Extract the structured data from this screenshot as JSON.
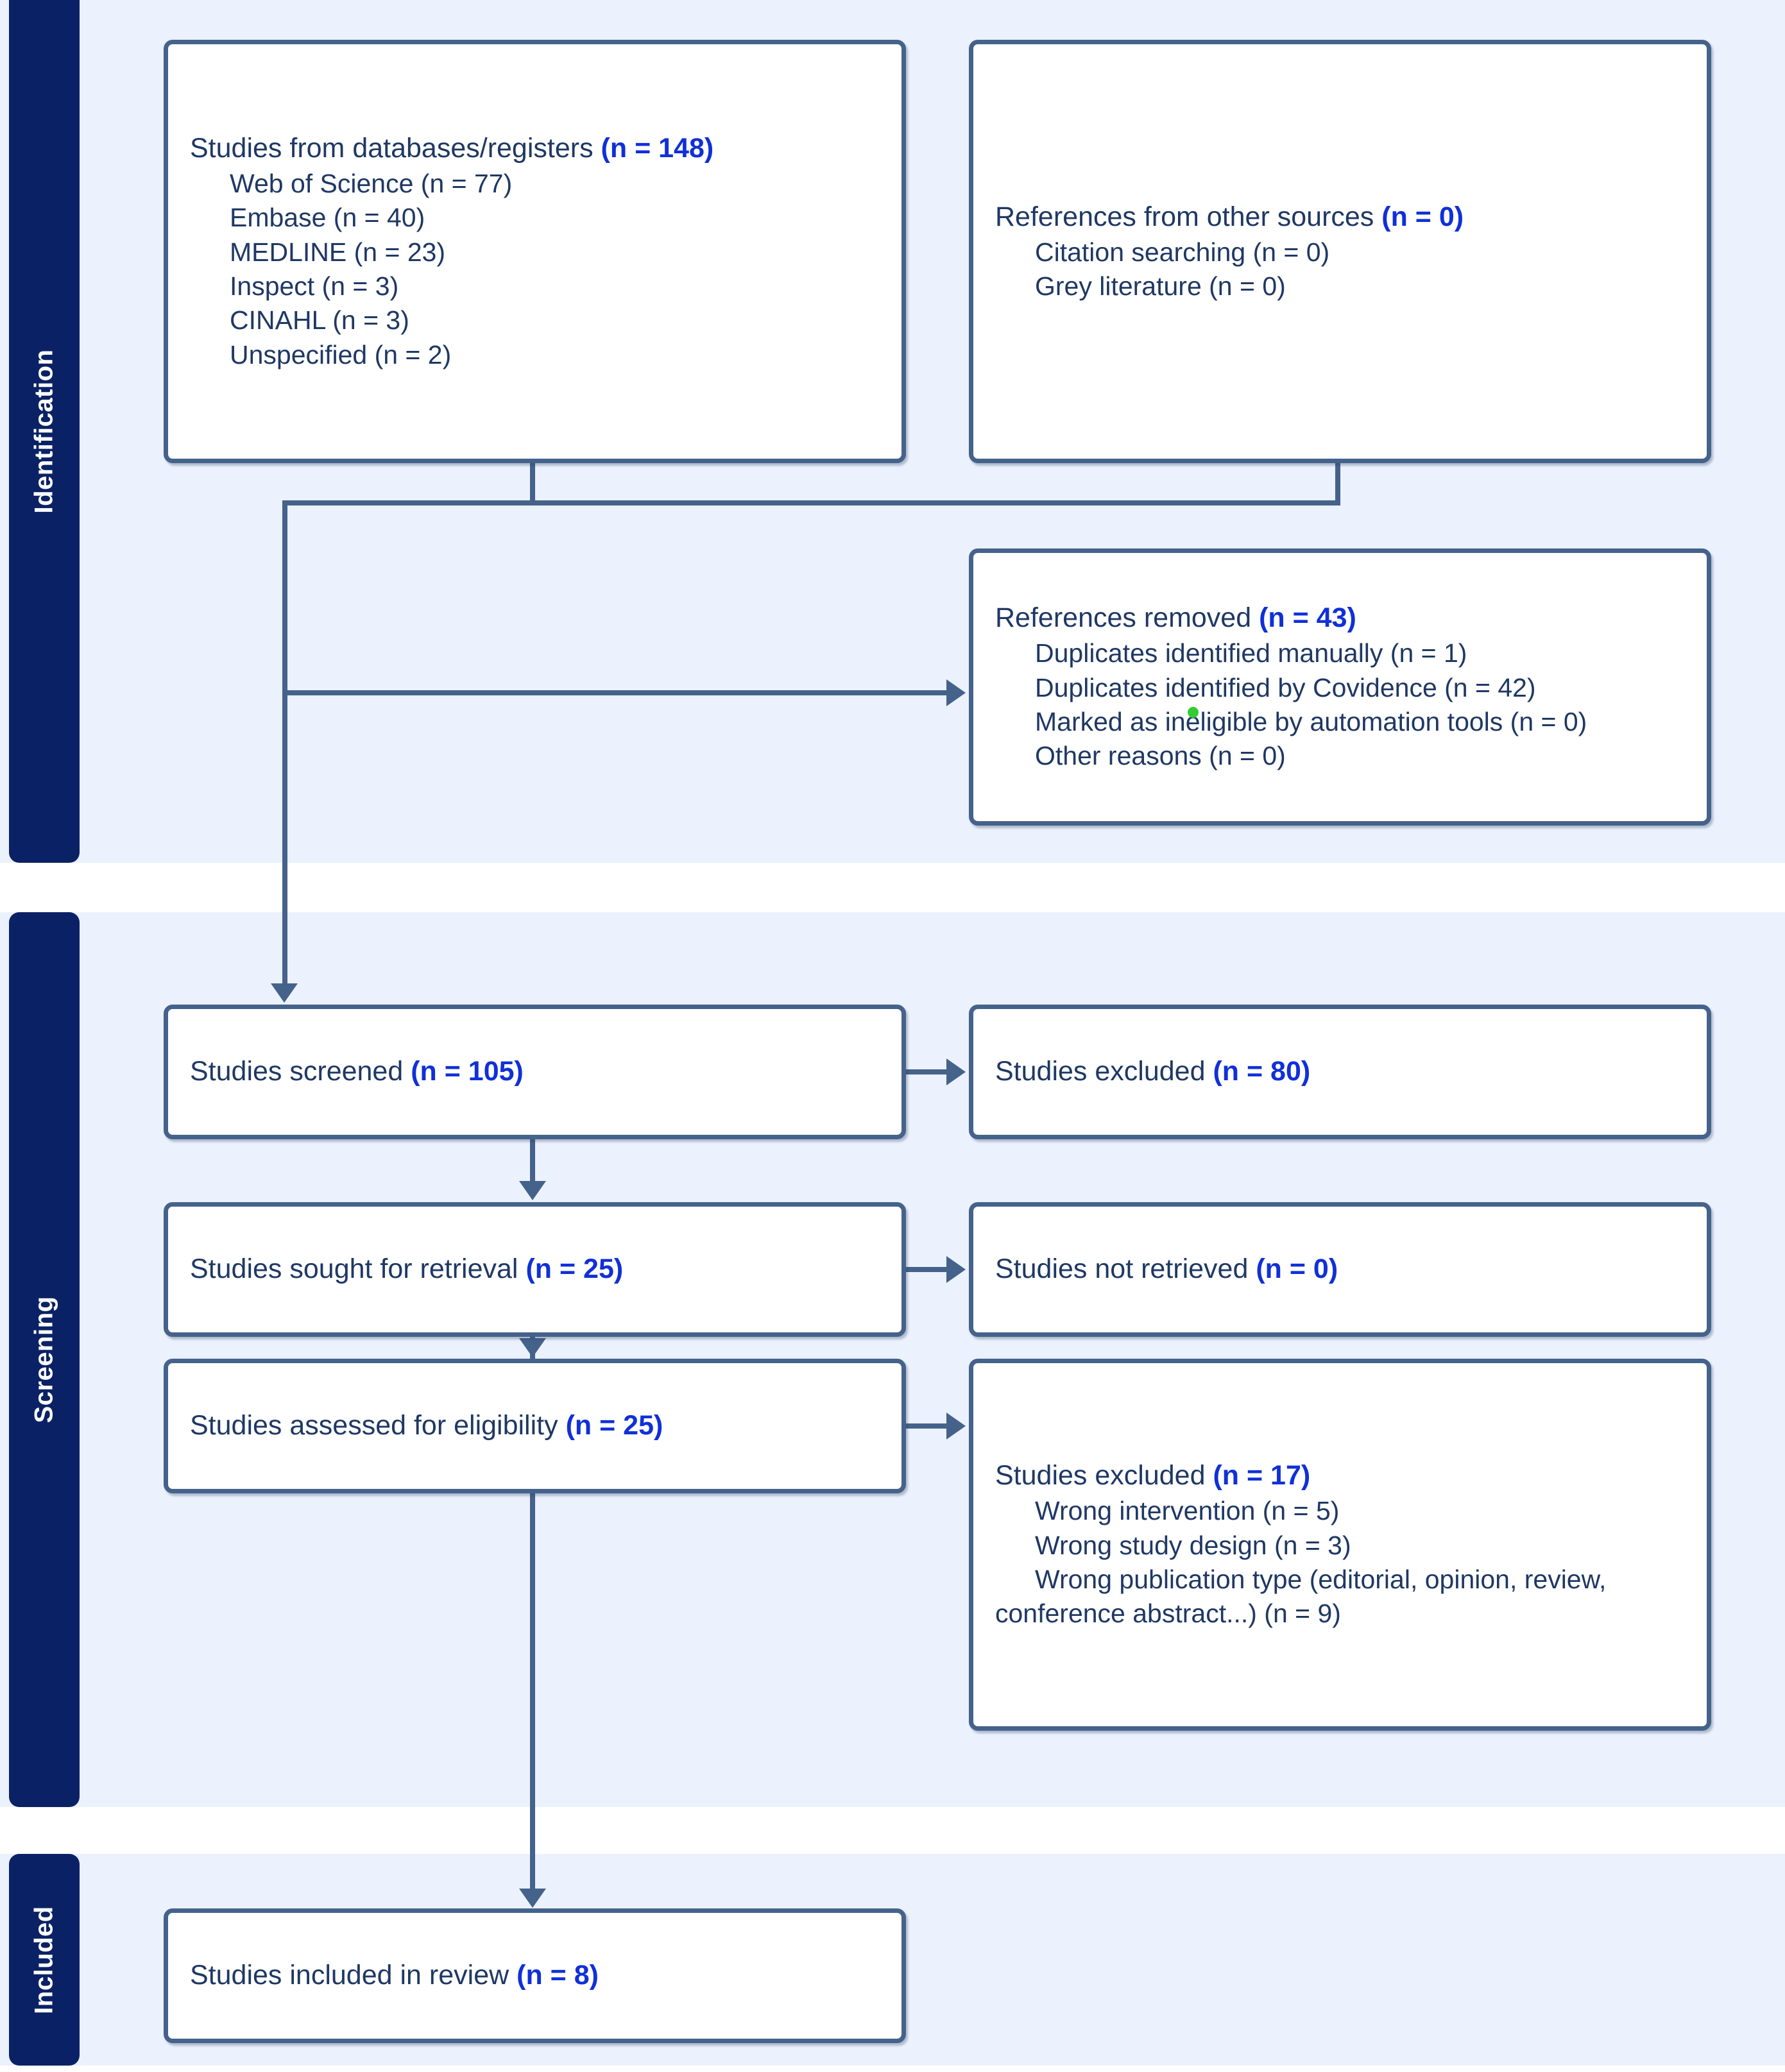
{
  "diagram": {
    "title": "PRISMA 2020 flow diagram",
    "colors": {
      "band_background": "#EBF1FD",
      "band_label_background": "#0A2265",
      "box_border": "#45628B",
      "text": "#1F3864",
      "count_accent": "#1030D8",
      "marker_dot": "#33CC33"
    }
  },
  "phases": {
    "identification": "Identification",
    "screening": "Screening",
    "included": "Included"
  },
  "boxes": {
    "databases": {
      "head_label": "Studies from databases/registers ",
      "head_count": "(n = 148)",
      "items": [
        "Web of Science (n = 77)",
        "Embase (n = 40)",
        "MEDLINE (n = 23)",
        "Inspect (n = 3)",
        "CINAHL (n = 3)",
        "Unspecified (n = 2)"
      ]
    },
    "other_sources": {
      "head_label": "References from other sources ",
      "head_count": "(n = 0)",
      "items": [
        "Citation searching (n = 0)",
        "Grey literature (n = 0)"
      ]
    },
    "references_removed": {
      "head_label": "References removed ",
      "head_count": "(n = 43)",
      "items": [
        "Duplicates identified manually (n = 1)",
        "Duplicates identified by Covidence (n = 42)",
        "Marked as ineligible by automation tools (n = 0)",
        "Other reasons (n = 0)"
      ]
    },
    "screened": {
      "head_label": "Studies screened ",
      "head_count": "(n = 105)"
    },
    "excluded_screening": {
      "head_label": "Studies excluded ",
      "head_count": "(n = 80)"
    },
    "sought": {
      "head_label": "Studies sought for retrieval ",
      "head_count": "(n = 25)"
    },
    "not_retrieved": {
      "head_label": "Studies not retrieved ",
      "head_count": "(n = 0)"
    },
    "assessed": {
      "head_label": "Studies assessed for eligibility ",
      "head_count": "(n = 25)"
    },
    "excluded_eligibility": {
      "head_label": "Studies excluded ",
      "head_count": "(n = 17)",
      "items": [
        "Wrong intervention (n = 5)",
        "Wrong study design (n = 3)"
      ],
      "wrapped_item": "Wrong publication type (editorial, opinion, review, conference abstract...) (n = 9)"
    },
    "included_review": {
      "head_label": "Studies included in review ",
      "head_count": "(n = 8)"
    }
  }
}
